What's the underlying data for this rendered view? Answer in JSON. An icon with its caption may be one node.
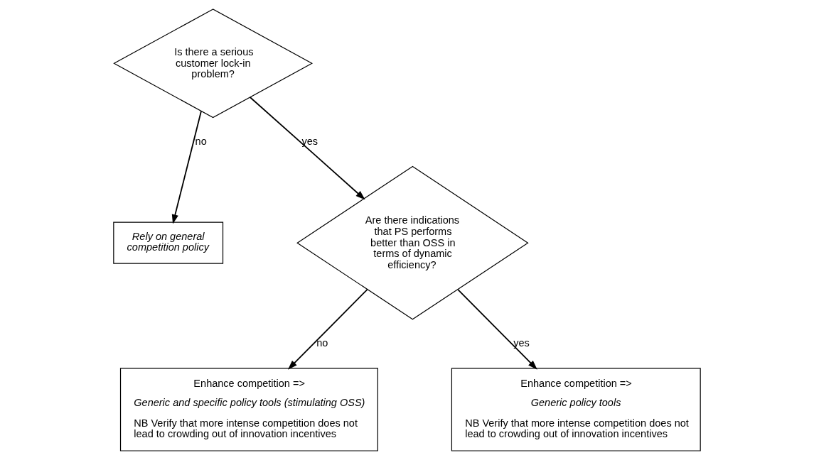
{
  "diagram": {
    "nodes": [
      {
        "text": [
          "Is there a serious customer lock-in problem?"
        ]
      },
      {
        "text": [
          "Rely on general competition policy"
        ]
      },
      {
        "text": [
          "Are there indications that PS performs better than OSS in terms of dynamic efficiency?"
        ]
      },
      {
        "text": [
          "Enhance competition =>",
          "Generic and specific policy tools (stimulating OSS)",
          "NB Verify that more intense competition does not lead to crowding out of innovation incentives"
        ]
      },
      {
        "text": [
          "Enhance competition =>",
          "Generic policy tools",
          "NB Verify that more intense competition does not lead to crowding out of innovation incentives"
        ]
      }
    ],
    "edges": [
      {
        "from": 0,
        "to": 1,
        "arrow": "to",
        "label": "no"
      },
      {
        "from": 0,
        "to": 2,
        "arrow": "to",
        "label": "yes"
      },
      {
        "from": 2,
        "to": 3,
        "arrow": "to",
        "label": "no"
      },
      {
        "from": 2,
        "to": 4,
        "arrow": "to",
        "label": "yes"
      }
    ]
  }
}
